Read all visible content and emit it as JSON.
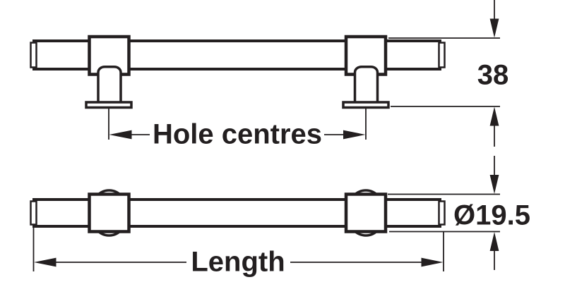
{
  "diagram": {
    "labels": {
      "height": "38",
      "diameter": "Ø19.5",
      "hole_centres": "Hole centres",
      "length": "Length"
    },
    "colors": {
      "line": "#231f20",
      "background": "#ffffff"
    }
  }
}
